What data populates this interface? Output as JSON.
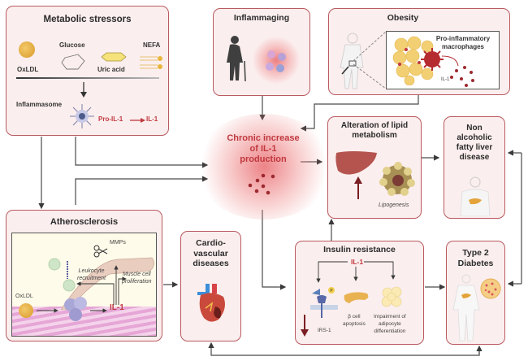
{
  "metabolic_stressors": {
    "title": "Metabolic stressors",
    "items": [
      "OxLDL",
      "Glucose",
      "Uric acid",
      "NEFA"
    ],
    "inflammasome_label": "Inflammasome",
    "pro_il1": "Pro-IL-1",
    "il1": "IL-1"
  },
  "inflammaging": {
    "title": "Inflammaging"
  },
  "obesity": {
    "title": "Obesity",
    "macrophages_label": "Pro-inflammatory macrophages",
    "il1": "IL-1"
  },
  "center": {
    "line1": "Chronic increase",
    "line2": "of IL-1",
    "line3": "production"
  },
  "lipid": {
    "title_line1": "Alteration of lipid",
    "title_line2": "metabolism",
    "lipogenesis": "Lipogenesis"
  },
  "nafld": {
    "line1": "Non",
    "line2": "alcoholic",
    "line3": "fatty liver",
    "line4": "disease"
  },
  "atherosclerosis": {
    "title": "Atherosclerosis",
    "mmps": "MMPs",
    "leukocyte_line1": "Leukocyte",
    "leukocyte_line2": "recruitment",
    "muscle_line1": "Muscle cell",
    "muscle_line2": "proliferation",
    "oxldl": "OxLDL",
    "il1": "IL-1"
  },
  "cvd": {
    "line1": "Cardio-",
    "line2": "vascular",
    "line3": "diseases"
  },
  "insulin_resistance": {
    "title": "Insulin resistance",
    "il1": "IL-1",
    "irs1": "IRS-1",
    "beta_line1": "β cell",
    "beta_line2": "apoptosis",
    "adipo_line1": "Impairment of",
    "adipo_line2": "adipocyte",
    "adipo_line3": "differentiation",
    "phospho": "P"
  },
  "t2d": {
    "line1": "Type 2",
    "line2": "Diabetes"
  },
  "colors": {
    "box_fill": "#fbeeee",
    "box_border": "#b85a5f",
    "accent_red": "#c0393f",
    "arrow": "#3a3a3a"
  }
}
